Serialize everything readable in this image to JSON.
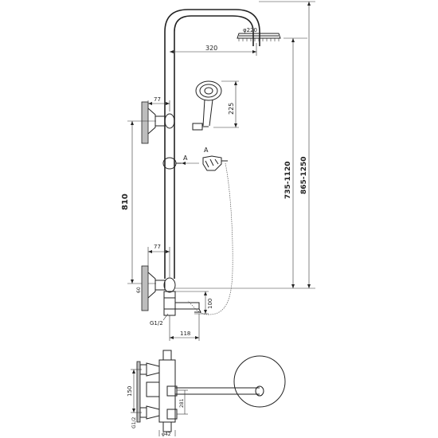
{
  "dimensions": {
    "head_diameter": "φ220",
    "arm_reach": "320",
    "handshower_height": "225",
    "holder_label": "A",
    "arrow_label": "A",
    "upper_wall_offset": "77",
    "lower_wall_offset": "77",
    "bracket_spacing": "810",
    "adjust_range": "735-1120",
    "total_range": "865-1250",
    "spout_drop": "100",
    "spout_length": "118",
    "inlet_thread": "G1/2",
    "inlet_spacing_side": "150",
    "inlet_thread_plan": "G1/2",
    "pipe_diameter": "φ42",
    "plan_depth": "281",
    "wall_depth": "60"
  }
}
